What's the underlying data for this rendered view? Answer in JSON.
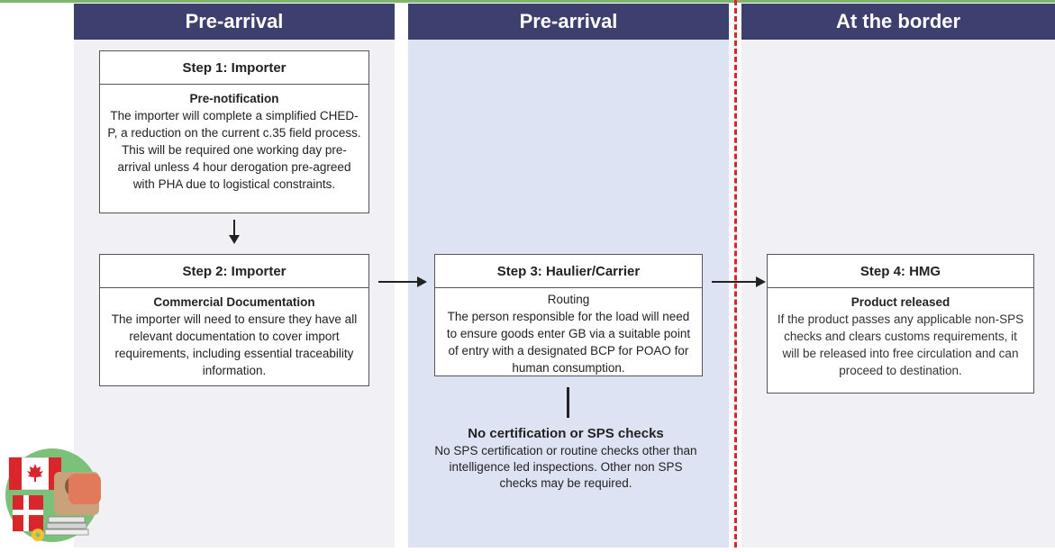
{
  "columns": [
    {
      "header": "Pre-arrival"
    },
    {
      "header": "Pre-arrival"
    },
    {
      "header": "At the border"
    }
  ],
  "steps": {
    "step1": {
      "title": "Step 1: Importer",
      "subtitle": "Pre-notification",
      "body": "The importer will complete a simplified CHED-P, a reduction on the current c.35 field process. This will be required one working day pre-arrival unless 4 hour derogation pre-agreed with PHA due to logistical constraints."
    },
    "step2": {
      "title": "Step 2: Importer",
      "subtitle": "Commercial Documentation",
      "body": "The importer will need to ensure they have all relevant documentation to cover import requirements, including essential traceability information."
    },
    "step3": {
      "title": "Step 3: Haulier/Carrier",
      "subtitle": "Routing",
      "body": "The person responsible for the load will need to ensure goods enter GB via a suitable point of entry with a designated BCP for POAO for human consumption."
    },
    "step4": {
      "title": "Step 4: HMG",
      "subtitle": "Product released",
      "body": "If the product passes any applicable non-SPS checks and clears customs requirements, it will be released into free circulation and can proceed to destination."
    }
  },
  "note": {
    "title": "No certification or SPS checks",
    "body": "No SPS certification or routine checks other than intelligence led inspections. Other non SPS checks may be required."
  },
  "colors": {
    "header_bg": "#3d3f6e",
    "divider": "#d8262b",
    "col_light": "#f1f1f5",
    "col_blue": "#dde3f2",
    "accent_green": "#7fb56f"
  },
  "icons": [
    "canada-flag-icon",
    "dog-icon",
    "hand-icon",
    "documents-stack-icon",
    "gear-icon"
  ]
}
